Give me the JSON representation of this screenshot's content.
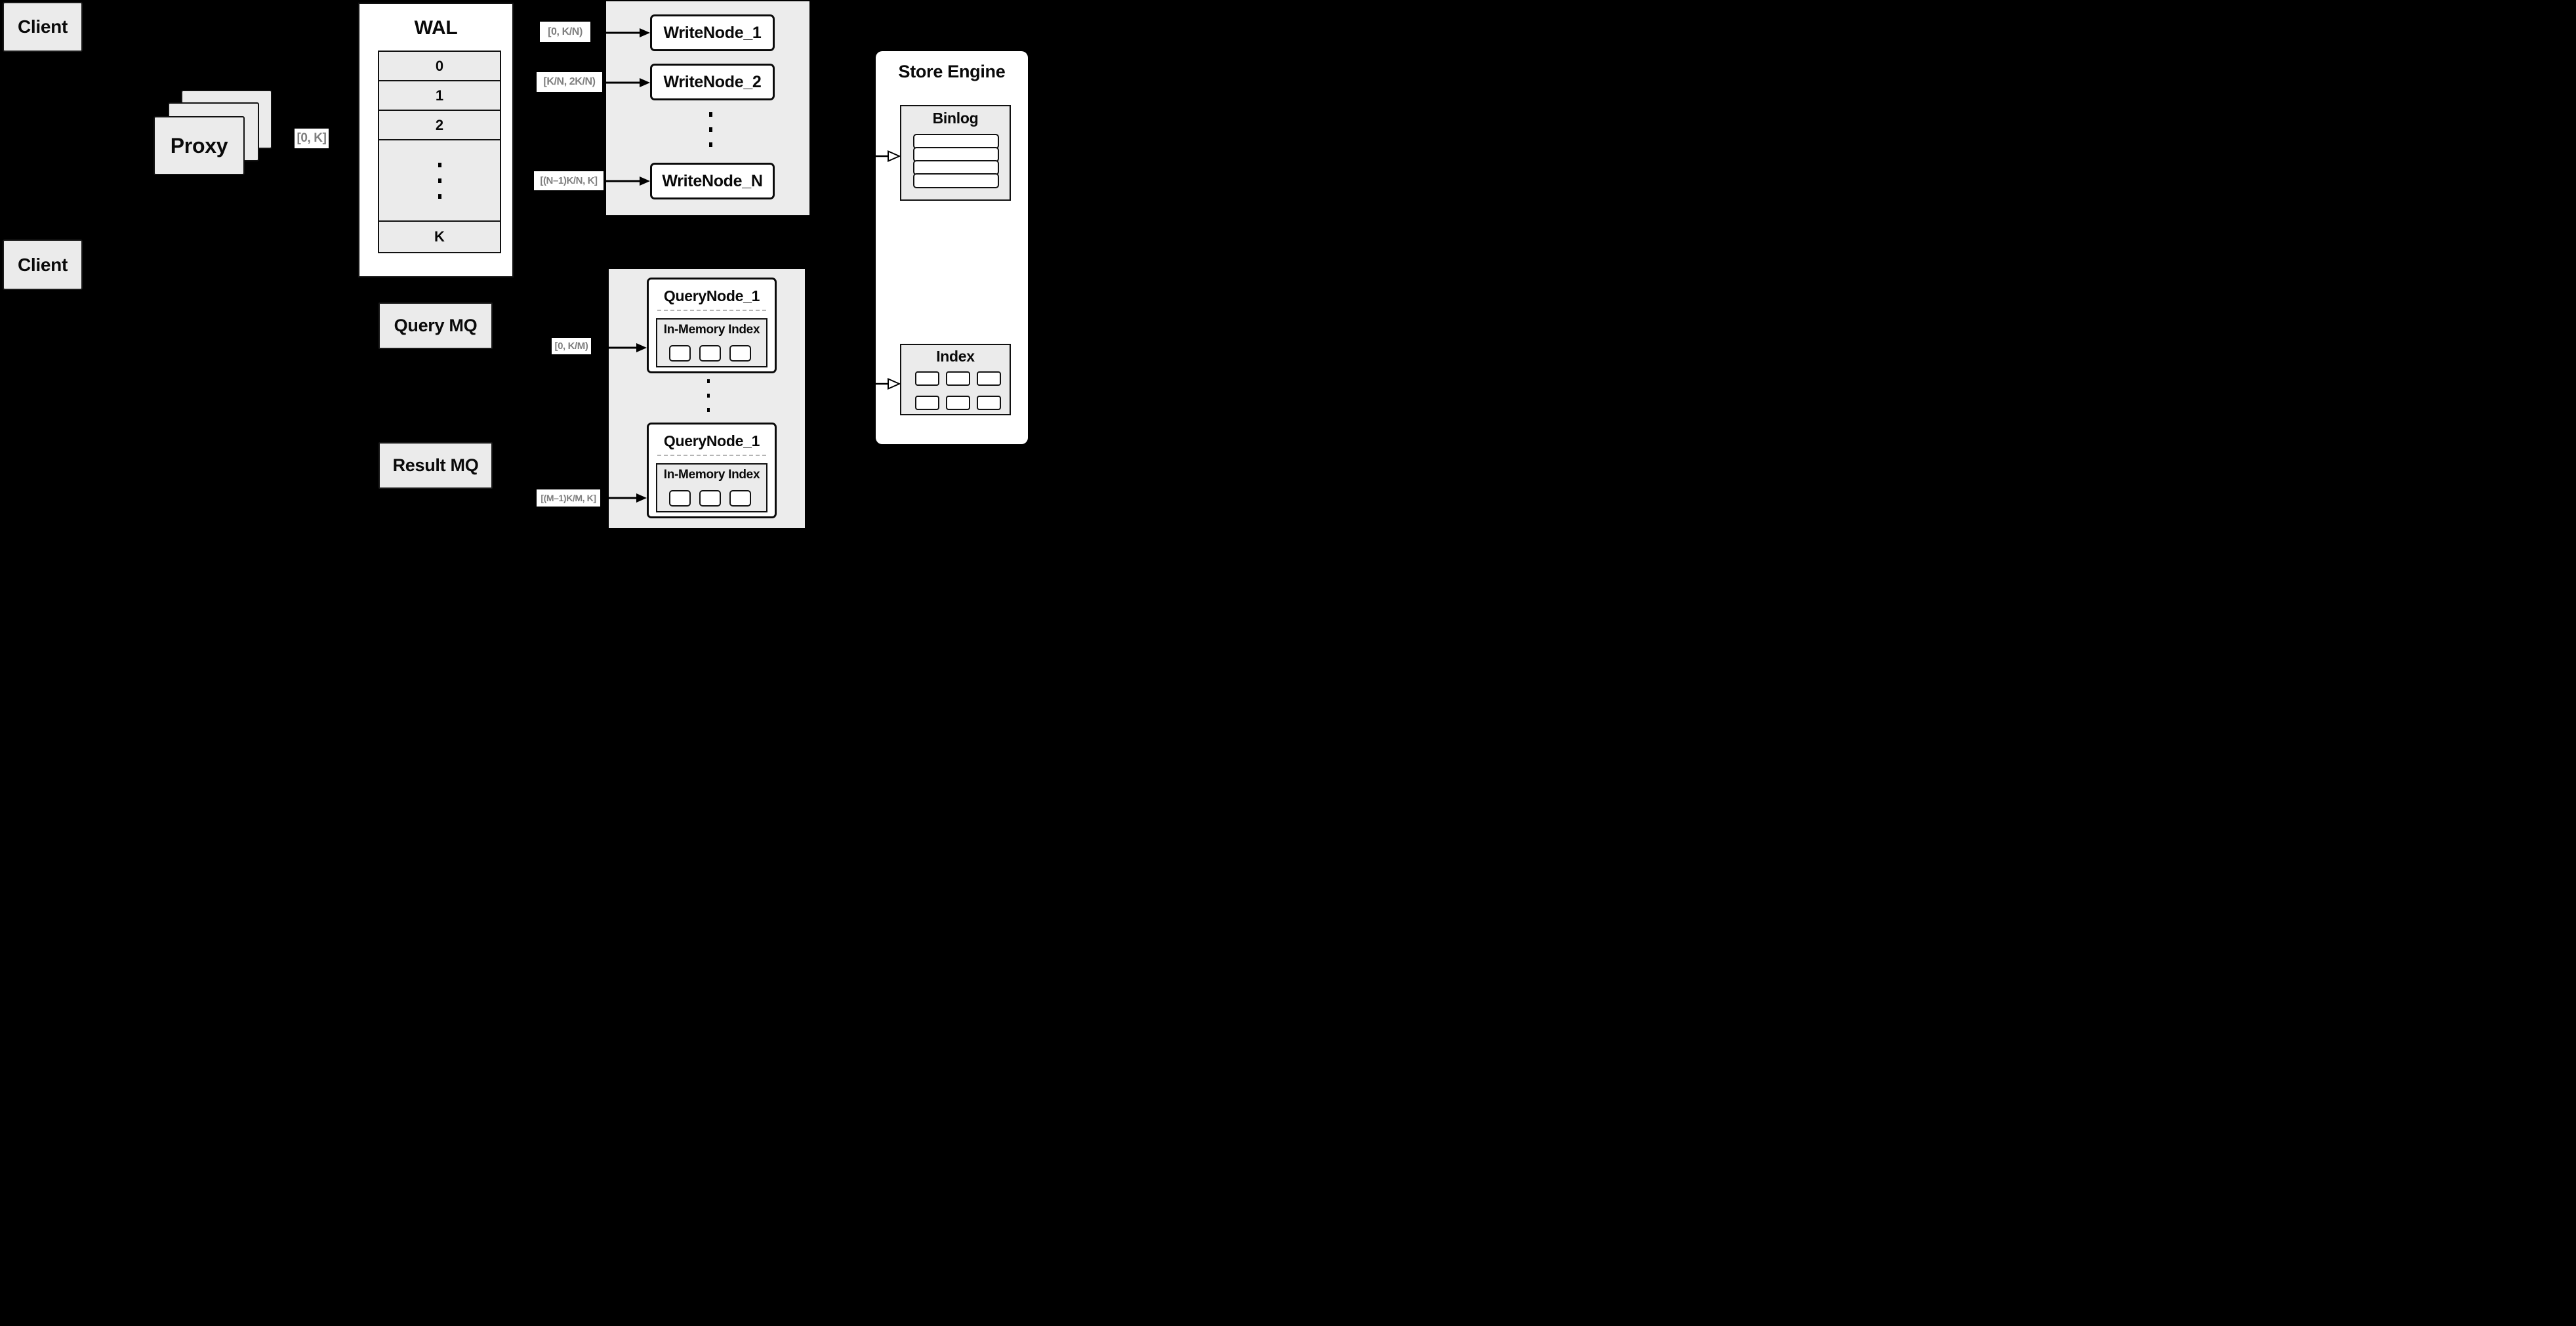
{
  "colors": {
    "background": "#000000",
    "box_fill": "#ebebeb",
    "container_fill": "#ececec",
    "node_fill": "#ffffff",
    "border": "#111111",
    "label_text": "#7f7f7f"
  },
  "clients": {
    "top_label": "Client",
    "bottom_label": "Client"
  },
  "proxy": {
    "label": "Proxy"
  },
  "wal": {
    "title": "WAL",
    "segments": [
      "0",
      "1",
      "2"
    ],
    "last_segment": "K"
  },
  "mq": {
    "query_label": "Query MQ",
    "result_label": "Result MQ"
  },
  "range_labels": {
    "client_to_wal": "[0, K]",
    "write_node_1": "[0, K/N)",
    "write_node_2": "[K/N, 2K/N)",
    "write_node_n": "[(N–1)K/N, K]",
    "query_node_1": "[0, K/M)",
    "query_node_m": "[(M–1)K/M, K]"
  },
  "write_group": {
    "nodes": [
      "WriteNode_1",
      "WriteNode_2",
      "WriteNode_N"
    ]
  },
  "query_group": {
    "nodes": [
      {
        "title": "QueryNode_1",
        "index_title": "In-Memory Index"
      },
      {
        "title": "QueryNode_1",
        "index_title": "In-Memory Index"
      }
    ]
  },
  "store_engine": {
    "title": "Store Engine",
    "binlog_title": "Binlog",
    "index_title": "Index"
  }
}
